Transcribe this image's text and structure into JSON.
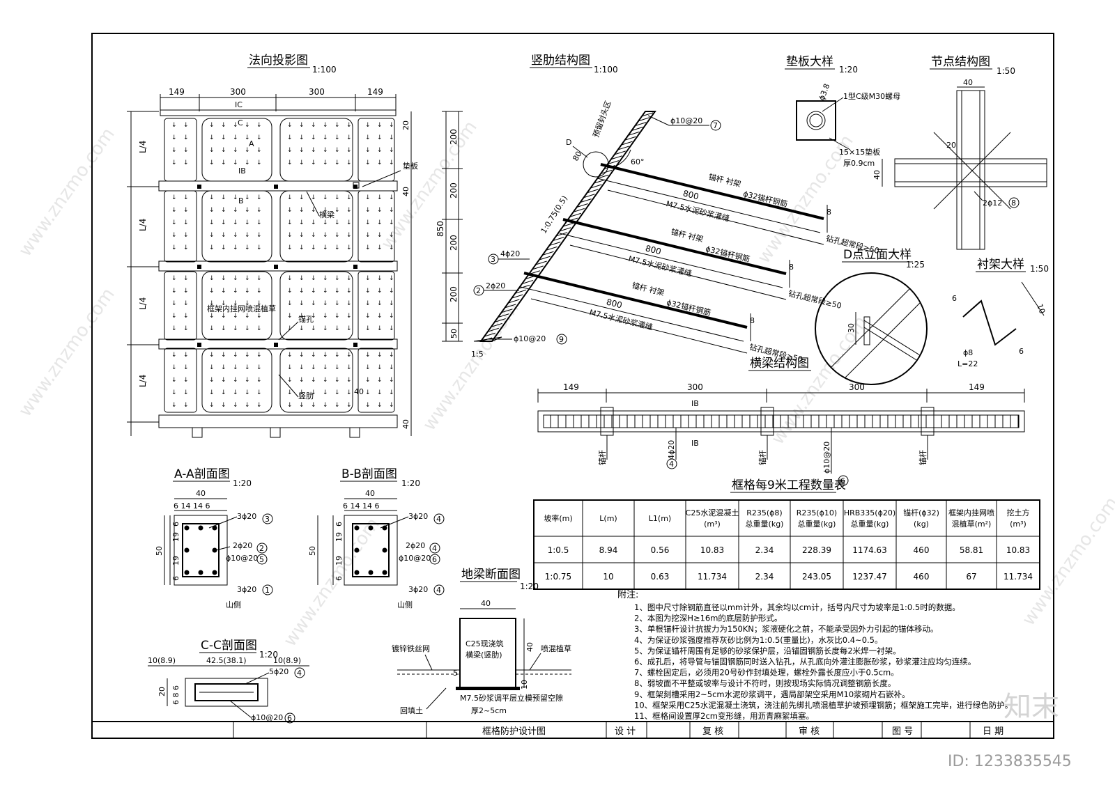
{
  "titles": {
    "normal_projection": "法向投影图",
    "normal_projection_scale": "1:100",
    "rib_structure": "竖肋结构图",
    "rib_structure_scale": "1:100",
    "pad_detail": "垫板大样",
    "pad_detail_scale": "1:20",
    "node_structure": "节点结构图",
    "node_structure_scale": "1:50",
    "d_point": "D点立面大样",
    "d_point_scale": "1:25",
    "lining_detail": "衬架大样",
    "lining_detail_scale": "1:50",
    "cross_beam": "横梁结构图",
    "aa": "A-A剖面图",
    "aa_scale": "1:20",
    "bb": "B-B剖面图",
    "bb_scale": "1:20",
    "cc": "C-C剖面图",
    "cc_scale": "1:20",
    "ground_beam": "地梁断面图",
    "ground_beam_scale": "1:20",
    "quantity_table": "框格每9米工程数量表"
  },
  "projection": {
    "dims_top": [
      "149",
      "300",
      "300",
      "149"
    ],
    "dims_right": [
      "20",
      "40",
      "40"
    ],
    "row_label": "L/4",
    "labels": {
      "ic": "IC",
      "c": "C",
      "a": "A",
      "ib": "IB",
      "b": "B",
      "pad": "垫板",
      "beam": "横梁",
      "grass": "框架内挂网喷混植草",
      "hole": "锚孔",
      "rib": "竖肋",
      "rib_width": "40"
    }
  },
  "rib": {
    "dims_left": [
      "200",
      "200",
      "200",
      "200",
      "50"
    ],
    "total_height": "850",
    "slope": "1:0.75(0.5)",
    "toe_slope": "1:5",
    "angle": "60°",
    "point_d": "D",
    "d_dim": "80",
    "reserved": "预留封头区",
    "stirrup_top": "ϕ10@20",
    "stirrup_top_no": "7",
    "stirrup_bottom": "ϕ10@20",
    "stirrup_bottom_no": "9",
    "bar3": "4ϕ20",
    "bar3_no": "3",
    "bar2": "2ϕ20",
    "bar2_no": "2",
    "anchors": [
      {
        "label": "锚杆 衬架",
        "bar": "ϕ32锚杆钢筋",
        "len": "800",
        "grout": "M7.5水泥砂浆灌缝",
        "extra": "钻孔超常段≥50",
        "d": "8"
      },
      {
        "label": "锚杆 衬架",
        "bar": "ϕ32锚杆钢筋",
        "len": "800",
        "grout": "M7.5水泥砂浆灌缝",
        "extra": "钻孔超常段≥50",
        "d": "8"
      },
      {
        "label": "锚杆 衬架",
        "bar": "ϕ32锚杆钢筋",
        "len": "800",
        "grout": "M7.5水泥砂浆灌缝",
        "extra": "钻孔超常段≥50",
        "d": "8"
      }
    ]
  },
  "pad": {
    "hole": "ϕ3.8",
    "nut": "1型C级M30螺母",
    "plate": "15×15垫板",
    "thick": "厚0.9cm"
  },
  "node": {
    "w": "40",
    "d20": "20",
    "d40": "40",
    "bar": "2ϕ12",
    "bar_no": "8"
  },
  "dpoint": {
    "d30": "30"
  },
  "lining": {
    "d6a": "6",
    "d10": "10",
    "d6b": "6",
    "bar": "ϕ8",
    "len": "L=22"
  },
  "cross_beam": {
    "dims": [
      "149",
      "300",
      "300",
      "149"
    ],
    "ib": "IB",
    "anchor": "锚杆",
    "bar4": "4ϕ20",
    "bar4_no": "4",
    "stirrup": "ϕ10@20",
    "stirrup_no": "6"
  },
  "aa": {
    "w": "40",
    "sub": "6 14 14 6",
    "h": "50",
    "hsub_top": "6",
    "hsub_mid1": "19",
    "hsub_mid2": "19",
    "hsub_bot": "6",
    "b3": "3ϕ20",
    "b3_no": "3",
    "b2": "2ϕ20",
    "b2_no": "2",
    "st": "ϕ10@20",
    "st_no": "5",
    "b1": "3ϕ20",
    "b1_no": "1",
    "side": "山侧"
  },
  "bb": {
    "w": "40",
    "sub": "6 14 14 6",
    "h": "50",
    "hsub_top": "6",
    "hsub_mid1": "19",
    "hsub_mid2": "19",
    "hsub_bot": "6",
    "b3": "3ϕ20",
    "b3_no": "4",
    "b2": "2ϕ20",
    "b2_no": "4",
    "st": "ϕ10@20",
    "st_no": "6",
    "b1": "3ϕ20",
    "b1_no": "4",
    "side": "山侧"
  },
  "cc": {
    "l": "10(8.9)",
    "m": "42.5(38.1)",
    "r": "10(8.9)",
    "h": "20",
    "hs": "6 8 6",
    "bar": "5ϕ20",
    "bar_no": "4",
    "st": "ϕ10@20",
    "st_no": "6"
  },
  "ground": {
    "w": "40",
    "body1": "C25现浇筑",
    "body2": "横梁(竖肋)",
    "h": "40",
    "d5": "5",
    "d10": "10",
    "mesh": "镀锌铁丝网",
    "grass": "喷混植草",
    "fill": "回填土",
    "mortar": "M7.5砂浆调平层立模预留空隙",
    "thick": "厚2~5cm"
  },
  "table": {
    "headers": [
      [
        "坡率(m)"
      ],
      [
        "L(m)"
      ],
      [
        "L1(m)"
      ],
      [
        "C25水泥混凝土",
        "(m³)"
      ],
      [
        "R235(ϕ8)",
        "总重量(kg)"
      ],
      [
        "R235(ϕ10)",
        "总重量(kg)"
      ],
      [
        "HRB335(ϕ20)",
        "总重量(kg)"
      ],
      [
        "锚杆(ϕ32)",
        "(kg)"
      ],
      [
        "框架内挂网喷",
        "混植草(m²)"
      ],
      [
        "挖土方",
        "(m³)"
      ]
    ],
    "rows": [
      [
        "1:0.5",
        "8.94",
        "0.56",
        "10.83",
        "2.34",
        "228.39",
        "1174.63",
        "460",
        "58.81",
        "10.83"
      ],
      [
        "1:0.75",
        "10",
        "0.63",
        "11.734",
        "2.34",
        "243.05",
        "1237.47",
        "460",
        "67",
        "11.734"
      ]
    ]
  },
  "notes": {
    "title": "附注:",
    "items": [
      "1、图中尺寸除钢筋直径以mm计外，其余均以cm计，括号内尺寸为坡率是1:0.5时的数据。",
      "2、本图为挖深H≥16m的底层防护形式。",
      "3、单根锚杆设计抗拔力为150KN；浆液硬化之前，不能承受因外力引起的锚体移动。",
      "4、为保证砂浆强度推荐灰砂比例为1:0.5(重量比)，水灰比0.4~0.5。",
      "5、为保证锚杆周围有足够的砂浆保护层，沿锚固钢筋长度每2米焊一衬架。",
      "6、成孔后，将导管与锚固钢筋同时送入钻孔，从孔底向外灌注膨胀砂浆，砂浆灌注应均匀连续。",
      "7、螺栓固定后，必须用20号砂作封填处理，螺栓外露长度应小于0.5cm。",
      "8、弱坡面不平整或坡率与设计不符时，则按现场实际情况调整钢筋长度。",
      "9、框架刻槽采用2~5cm水泥砂浆调平，遇局部架空采用M10浆砌片石嵌补。",
      "10、框架采用C25水泥混凝土浇筑，浇注前先绑扎喷混植草护坡预埋钢筋；框架施工完毕，进行绿色防护。",
      "11、框格间设置厚2cm变形缝，用沥青麻絮填塞。"
    ]
  },
  "titleblock": {
    "name": "框格防护设计图",
    "design": "设 计",
    "review": "复 核",
    "audit": "审 核",
    "drawing_no": "图 号",
    "date": "日 期"
  },
  "brand": {
    "logo": "知末",
    "id": "ID: 1233835545",
    "watermark": "www.znzmo.com"
  }
}
